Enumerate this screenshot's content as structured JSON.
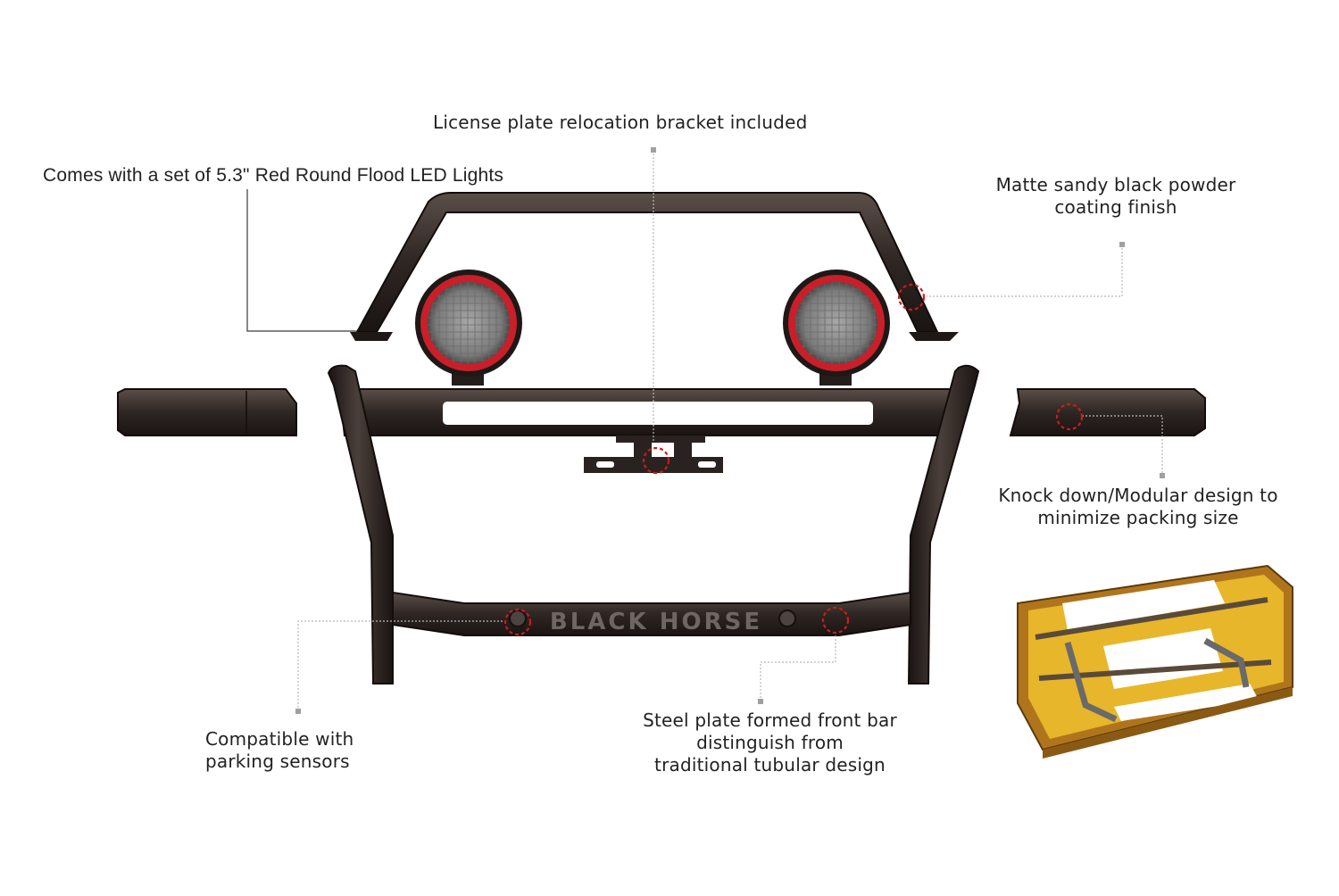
{
  "callouts": {
    "lights": {
      "lines": [
        "Comes with a set of 5.3\" Red Round Flood LED Lights"
      ]
    },
    "license_plate": {
      "lines": [
        "License plate relocation bracket included"
      ]
    },
    "finish": {
      "lines": [
        "Matte sandy black powder",
        "coating finish"
      ]
    },
    "modular": {
      "lines": [
        "Knock down/Modular design to",
        "minimize  packing size"
      ]
    },
    "sensors": {
      "lines": [
        "Compatible with",
        "parking sensors"
      ]
    },
    "front_bar": {
      "lines": [
        "Steel plate formed  front  bar",
        "distinguish from",
        "traditional tubular design"
      ]
    }
  },
  "branding": {
    "plate_text": "BLACK HORSE"
  },
  "colors": {
    "frame": "#2e2623",
    "frame_dark": "#1a1412",
    "frame_light": "#4a3f3a",
    "light_ring": "#c8202a",
    "lens": "#8a8a8a",
    "marker": "#d01a1a",
    "leader": "#9a9a9a",
    "box_wood": "#b0751c",
    "box_inside": "#e8b62a"
  }
}
